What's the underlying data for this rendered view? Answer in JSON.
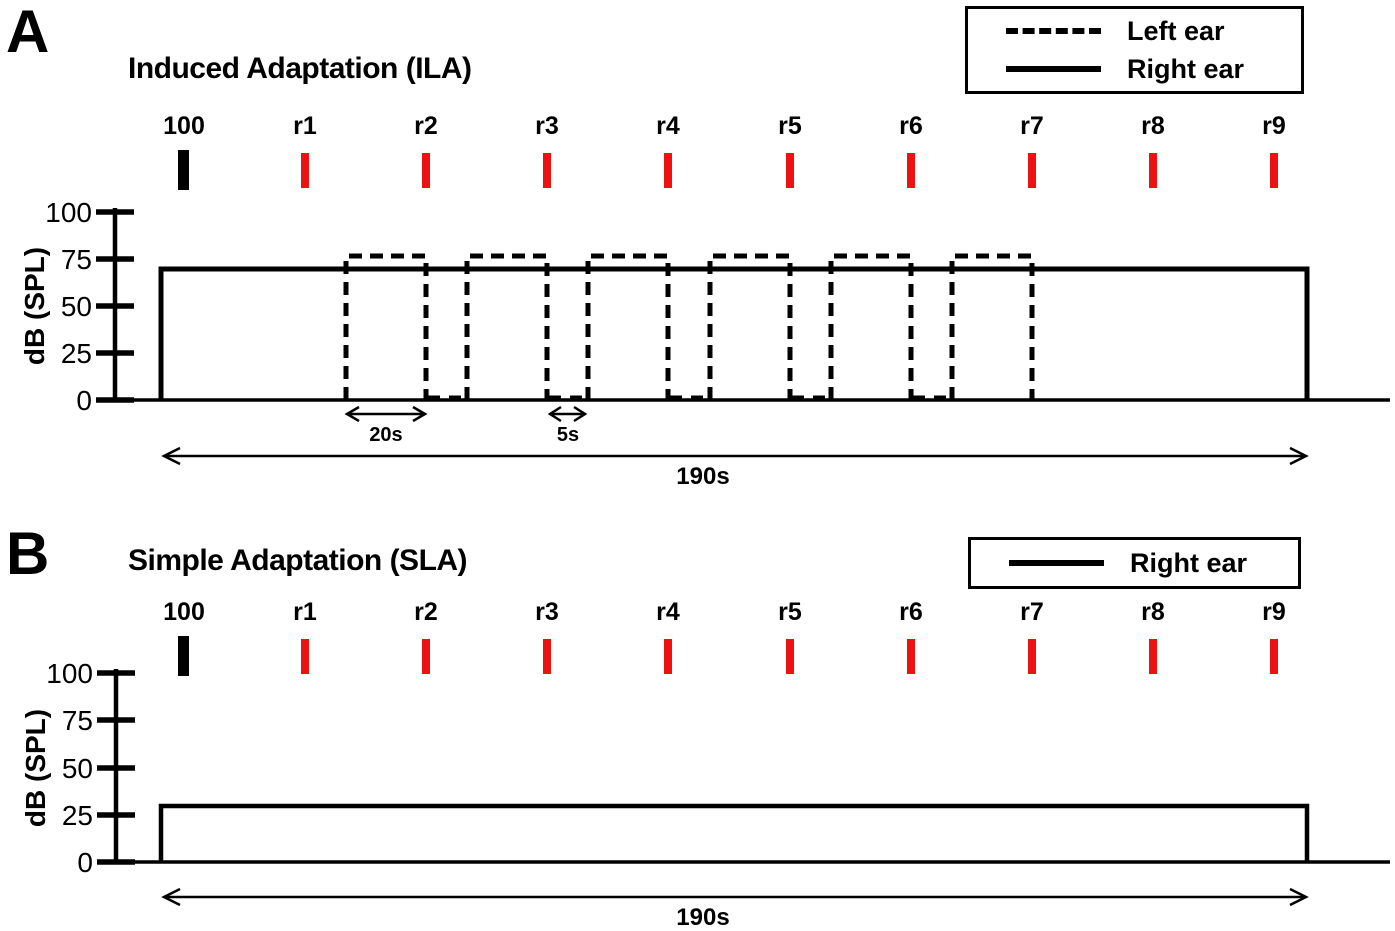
{
  "chart_data": [
    {
      "panel": "A",
      "type": "line",
      "title": "Induced Adaptation (ILA)",
      "ylabel": "dB (SPL)",
      "ylim": [
        0,
        100
      ],
      "yticks": [
        100,
        75,
        50,
        25,
        0
      ],
      "x_unit": "seconds",
      "total_duration_label": "190s",
      "markers": {
        "labels": [
          "100",
          "r1",
          "r2",
          "r3",
          "r4",
          "r5",
          "r6",
          "r7",
          "r8",
          "r9"
        ],
        "first_marker_color": "#000000",
        "probe_color": "#ee1111"
      },
      "legend": {
        "position": "top-right",
        "entries": [
          {
            "label": "Left ear",
            "line_style": "dashed",
            "color": "#000000"
          },
          {
            "label": "Right ear",
            "line_style": "solid",
            "color": "#000000"
          }
        ]
      },
      "series": [
        {
          "name": "Right ear",
          "style": "solid",
          "level_db": 70,
          "start_s": 0,
          "end_s": 190
        },
        {
          "name": "Left ear",
          "style": "dashed",
          "base_level_db": 0,
          "pulse_level_db": 75,
          "num_pulses": 6,
          "pulse_duration_label": "20s",
          "interpulse_gap_label": "5s",
          "pulses_end_at_markers": [
            "r2",
            "r3",
            "r4",
            "r5",
            "r6",
            "r7"
          ]
        }
      ]
    },
    {
      "panel": "B",
      "type": "line",
      "title": "Simple Adaptation (SLA)",
      "ylabel": "dB (SPL)",
      "ylim": [
        0,
        100
      ],
      "yticks": [
        100,
        75,
        50,
        25,
        0
      ],
      "x_unit": "seconds",
      "total_duration_label": "190s",
      "markers": {
        "labels": [
          "100",
          "r1",
          "r2",
          "r3",
          "r4",
          "r5",
          "r6",
          "r7",
          "r8",
          "r9"
        ],
        "first_marker_color": "#000000",
        "probe_color": "#ee1111"
      },
      "legend": {
        "position": "top-right",
        "entries": [
          {
            "label": "Right ear",
            "line_style": "solid",
            "color": "#000000"
          }
        ]
      },
      "series": [
        {
          "name": "Right ear",
          "style": "solid",
          "level_db": 30,
          "start_s": 0,
          "end_s": 190
        }
      ]
    }
  ]
}
